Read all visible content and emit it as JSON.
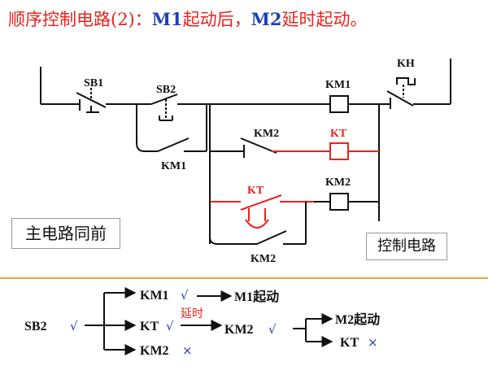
{
  "title": {
    "prefix": "顺序控制电路(2)：",
    "m1": "M1",
    "mid": "起动后，",
    "m2": "M2",
    "suffix": "延时起动。"
  },
  "labels": {
    "sb1": "SB1",
    "sb2": "SB2",
    "km1_coil": "KM1",
    "kh": "KH",
    "km2_contact": "KM2",
    "kt_coil": "KT",
    "km1_hold": "KM1",
    "kt_contact": "KT",
    "km2_coil": "KM2",
    "km2_nc": "KM2"
  },
  "boxes": {
    "main_circuit": "主电路同前",
    "control_circuit": "控制电路"
  },
  "flow": {
    "sb2": "SB2",
    "check": "√",
    "cross": "×",
    "km1": "KM1",
    "m1_start": "M1起动",
    "kt": "KT",
    "delay": "延时",
    "km2_on": "KM2",
    "km2_off": "KM2",
    "m2_start": "M2起动",
    "kt_off": "KT"
  },
  "colors": {
    "red": "#e8231c",
    "blue": "#1f3fb8",
    "orange_rule": "#f0a040"
  }
}
